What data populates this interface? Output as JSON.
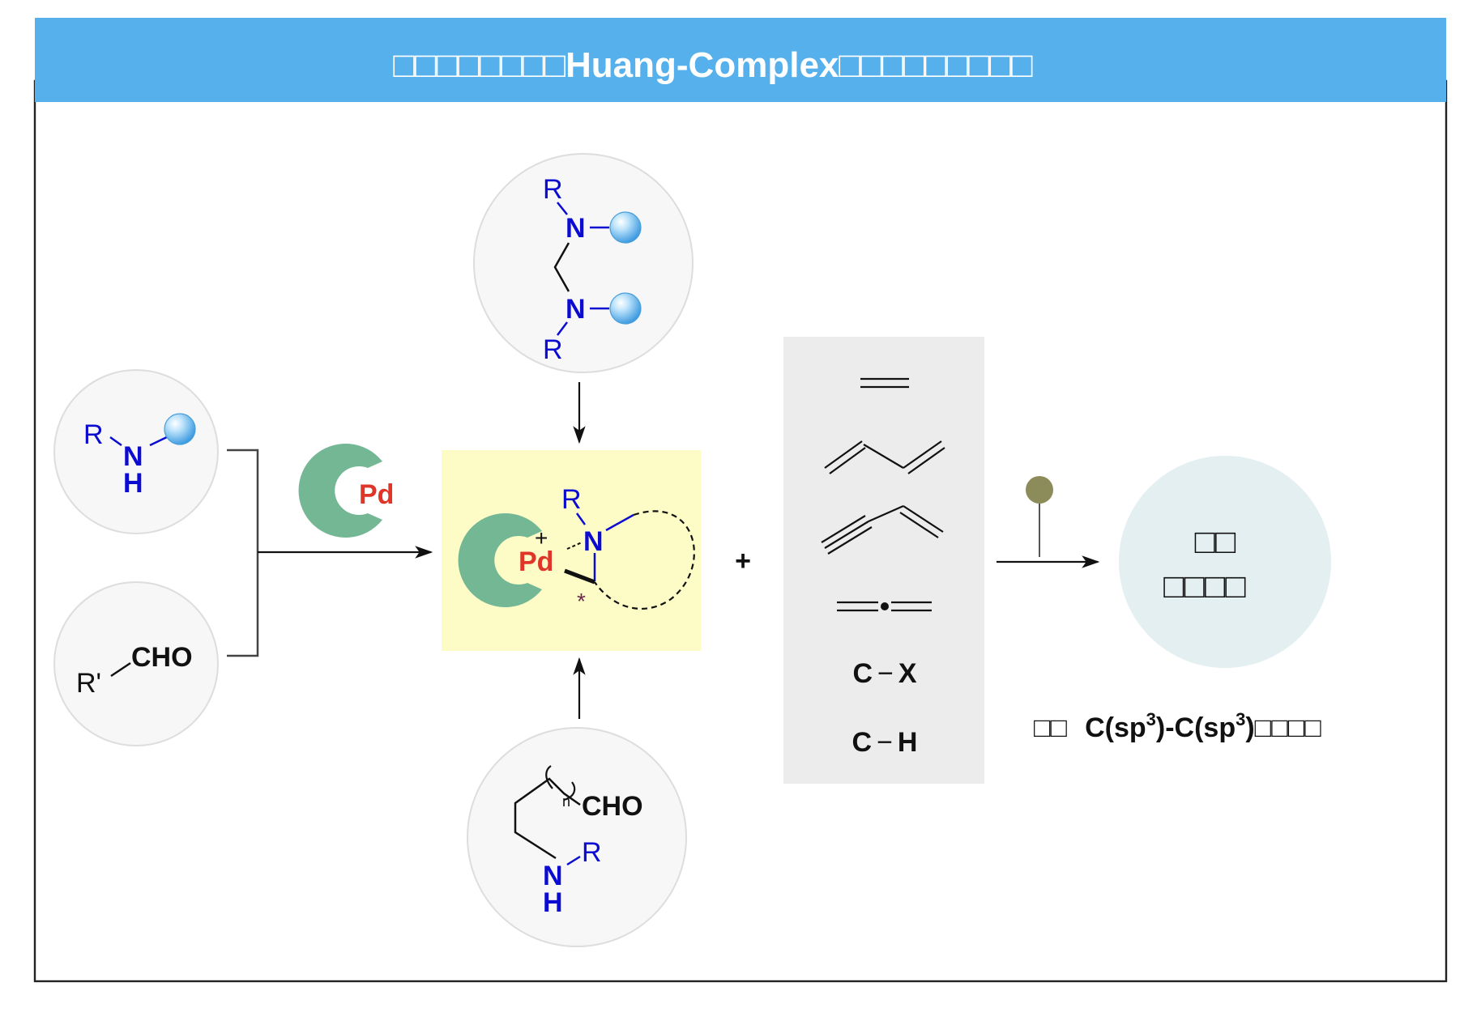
{
  "header": {
    "title": "□□□□□□□□Huang-Complex□□□□□□□□□",
    "background_color": "#55b0ec",
    "text_color": "#ffffff"
  },
  "colors": {
    "frame": "#222222",
    "bubble_fill": "#f7f7f7",
    "bubble_stroke": "#dddddd",
    "nitrogen_blue": "#0b0bd1",
    "palladium_red": "#e0362a",
    "pacman_green": "#74b794",
    "center_box": "#fdfcc6",
    "reagent_box": "#ececec",
    "product_circle": "#e3eff0",
    "reagent_ball": "#8c8b5a",
    "sphere_blue": "#7cc3f0",
    "stereo_star": "#6b2a4d"
  },
  "icons": {
    "blue_sphere": "blue-sphere-icon",
    "pd_pacman": "pd-pacman-icon",
    "reagent_pin": "reagent-pin-icon"
  },
  "labels": {
    "R": "R",
    "R_prime": "R'",
    "N": "N",
    "H": "H",
    "CHO": "CHO",
    "Pd": "Pd",
    "plus_charge": "+",
    "star": "*",
    "n": "n",
    "plus": "+"
  },
  "reagents": {
    "C_X": {
      "c": "C",
      "bond": "−",
      "x": "X"
    },
    "C_H": {
      "c": "C",
      "bond": "−",
      "x": "H"
    }
  },
  "product": {
    "line1": "□□",
    "line2": "□□□□"
  },
  "bottom_caption": {
    "prefix": "□□",
    "part1": "C(sp",
    "sup1": "3",
    "part2": ")-C(sp",
    "sup2": "3",
    "part3": ")",
    "suffix": "□□□□"
  }
}
